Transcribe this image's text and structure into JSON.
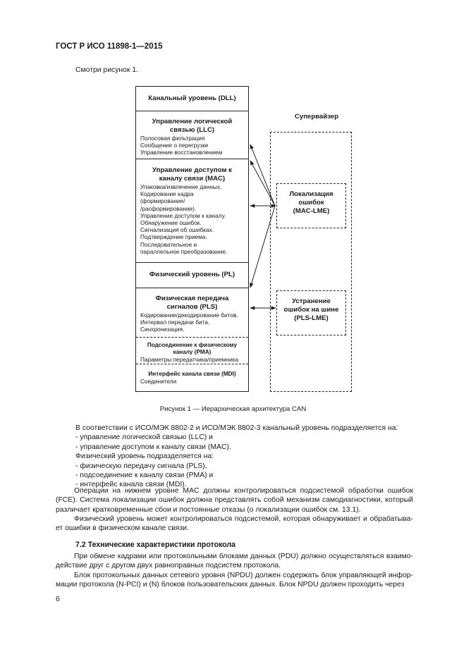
{
  "header": "ГОСТ Р ИСО 11898-1—2015",
  "intro": "Смотри рисунок 1.",
  "figure": {
    "layers": [
      {
        "title": "Канальный уровень (DLL)",
        "items": []
      },
      {
        "title": "Управление логической\nсвязью (LLC)",
        "items": [
          "Полосовая фильтрация",
          "Сообщение о перегрузке",
          "Управление восстановлением"
        ]
      },
      {
        "title": "Управление доступом к\nканалу связи (MAC)",
        "items": [
          "Упаковка/извлечение данных.",
          "Кодирование кадра",
          "(формирование/",
          "/расформирование).",
          "Управление доступом к каналу.",
          "Обнаружение ошибок.",
          "Сигнализация об ошибках.",
          "Подтверждение приема.",
          "Последовательное и",
          "параллельное преобразование."
        ]
      },
      {
        "title": "Физический уровень (PL)",
        "items": []
      },
      {
        "title": "Физическая передача\nсигналов (PLS)",
        "items": [
          "Кодирование/декодирование битов.",
          "Интервал передачи бита.",
          "Синхронизация."
        ]
      },
      {
        "title": "Подсоединение к физическому\nканалу (PMA)",
        "items": [
          "Параметры передатчика/приемника"
        ]
      },
      {
        "title": "Интерфейс канала связи (MDI)",
        "items": [
          "Соединители"
        ]
      }
    ],
    "supervisor": {
      "title": "Супервайзер",
      "mac_lme": "Локализация\nошибок\n(MAC-LME)",
      "pls_lme": "Устранение\nошибок на шине\n(PLS-LME)"
    },
    "caption": "Рисунок 1 — Иерархическая архитектура CAN"
  },
  "body_lines": [
    "В соответствии с ИСО/МЭК 8802-2 и ИСО/МЭК 8802-3 канальный уровень подразделяется на:",
    "- управление логической связью (LLC) и",
    "- управление доступом к каналу связи (MAC).",
    "Физический уровень подразделяется на:",
    "- физическую передачу сигнала (PLS),",
    "- подсоединение к каналу связи (PMA) и",
    "- интерфейс канала связи (MDI)."
  ],
  "para_fce": "Операции на нижнем уровне MAC должны контролироваться подсистемой обработки ошибок (FCE). Система локализации ошибок должна представлять собой механизм самодиагностики, который различает кратковременные сбои и постоянные отказы (о локализации ошибок см. 13.1).",
  "para_pl": "Физический уровень может контролироваться подсистемой, которая обнаруживает и обрабатыва-ет ошибки в физическом канале связи.",
  "section_title": "7.2 Технические характеристики протокола",
  "para_pdu": "При обмене кадрами или протокольными блоками данных (PDU) должно осуществляться взаимо-действие друг с другом двух равноправных подсистем протокола.",
  "para_npdu": "Блок протокольных данных сетевого уровня (NPDU) должен содержать блок управляющей инфор-мации протокола (N-PCI) и (N) блоков пользовательских данных. Блок NPDU должен проходить через",
  "page_number": "6"
}
